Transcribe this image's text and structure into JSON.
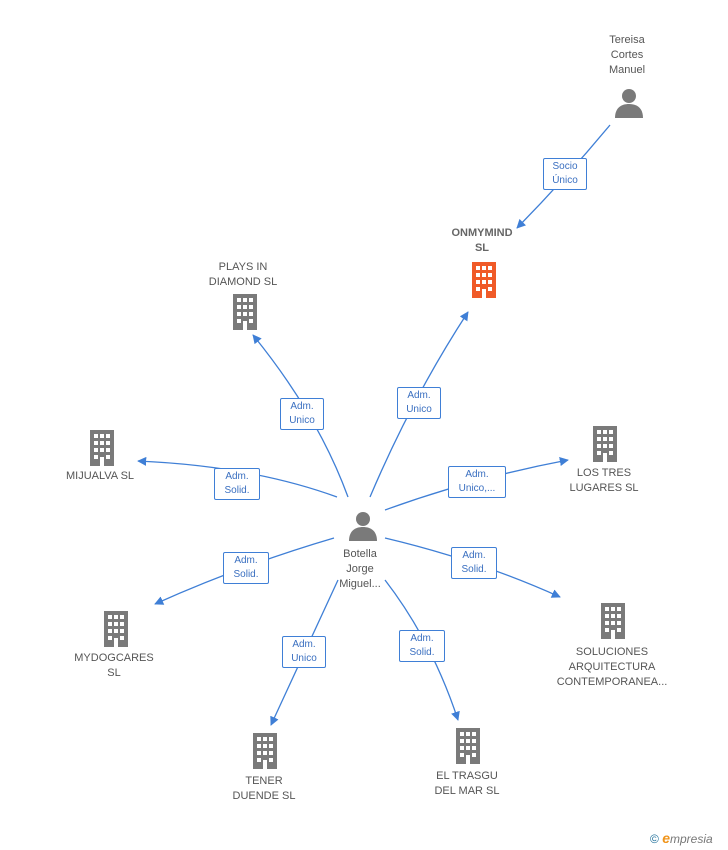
{
  "colors": {
    "edge": "#3f7fd6",
    "company": "#7a7a7a",
    "focus_company": "#f05a28",
    "person": "#7a7a7a"
  },
  "nodes": [
    {
      "id": "tereisa",
      "kind": "person",
      "label": "Tereisa\nCortes\nManuel"
    },
    {
      "id": "onmymind",
      "kind": "company-focus",
      "label": "ONMYMIND\nSL"
    },
    {
      "id": "plays",
      "kind": "company",
      "label": "PLAYS IN\nDIAMOND SL"
    },
    {
      "id": "mijualva",
      "kind": "company",
      "label": "MIJUALVA  SL"
    },
    {
      "id": "lostres",
      "kind": "company",
      "label": "LOS TRES\nLUGARES SL"
    },
    {
      "id": "botella",
      "kind": "person",
      "label": "Botella\nJorge\nMiguel..."
    },
    {
      "id": "mydogcares",
      "kind": "company",
      "label": "MYDOGCARES\nSL"
    },
    {
      "id": "soluciones",
      "kind": "company",
      "label": "SOLUCIONES\nARQUITECTURA\nCONTEMPORANEA..."
    },
    {
      "id": "tener",
      "kind": "company",
      "label": "TENER\nDUENDE SL"
    },
    {
      "id": "trasgu",
      "kind": "company",
      "label": "EL TRASGU\nDEL MAR  SL"
    }
  ],
  "edges": [
    {
      "id": "e1",
      "from": "tereisa",
      "to": "onmymind",
      "label": "Socio\nÚnico"
    },
    {
      "id": "e2",
      "from": "botella",
      "to": "onmymind",
      "label": "Adm.\nUnico"
    },
    {
      "id": "e3",
      "from": "botella",
      "to": "plays",
      "label": "Adm.\nUnico"
    },
    {
      "id": "e4",
      "from": "botella",
      "to": "mijualva",
      "label": "Adm.\nSolid."
    },
    {
      "id": "e5",
      "from": "botella",
      "to": "lostres",
      "label": "Adm.\nUnico,..."
    },
    {
      "id": "e6",
      "from": "botella",
      "to": "mydogcares",
      "label": "Adm.\nSolid."
    },
    {
      "id": "e7",
      "from": "botella",
      "to": "soluciones",
      "label": "Adm.\nSolid."
    },
    {
      "id": "e8",
      "from": "botella",
      "to": "tener",
      "label": "Adm.\nUnico"
    },
    {
      "id": "e9",
      "from": "botella",
      "to": "trasgu",
      "label": "Adm.\nSolid."
    }
  ],
  "footer": {
    "copyright": "©",
    "brand_e": "e",
    "brand_rest": "mpresia"
  }
}
